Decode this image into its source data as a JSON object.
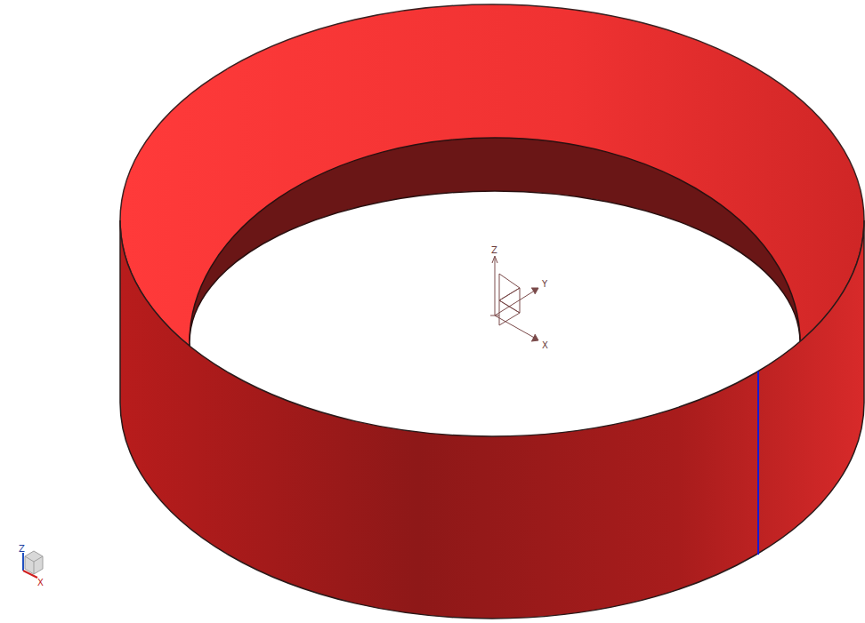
{
  "diagram": {
    "labels": [
      "Z",
      "Y",
      "X",
      "Z",
      "X"
    ]
  }
}
